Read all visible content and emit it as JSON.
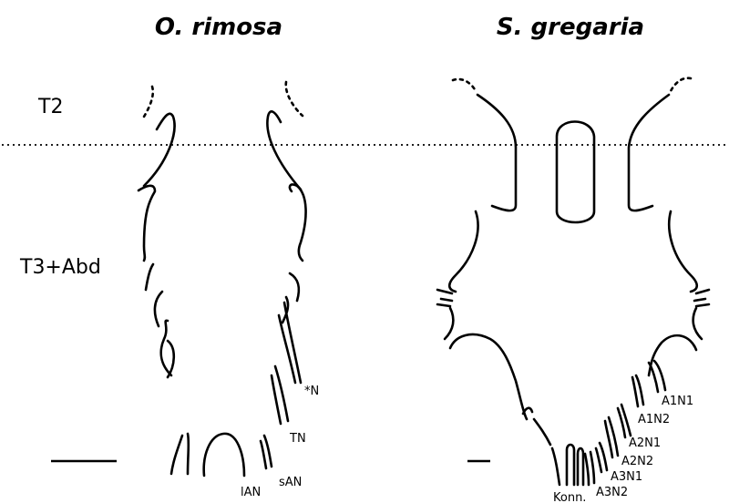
{
  "titles": {
    "left": "O. rimosa",
    "right": "S. gregaria"
  },
  "segments": {
    "t2": "T2",
    "t3_abd": "T3+Abd"
  },
  "nerves_left": {
    "star_n": "*N",
    "tn": "TN",
    "san": "sAN",
    "ian": "lAN"
  },
  "nerves_right": {
    "a1n1": "A1N1",
    "a1n2": "A1N2",
    "a2n1": "A2N1",
    "a2n2": "A2N2",
    "a3n1": "A3N1",
    "a3n2": "A3N2",
    "konn": "Konn."
  }
}
